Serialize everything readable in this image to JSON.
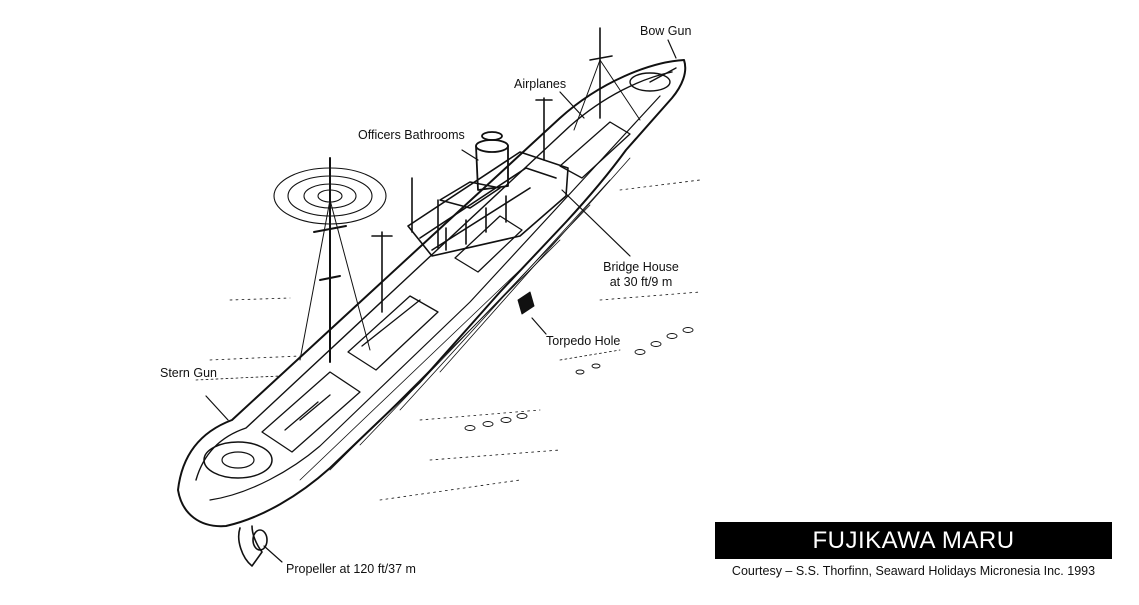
{
  "labels": {
    "bow_gun": "Bow Gun",
    "airplanes": "Airplanes",
    "officers_bathrooms": "Officers Bathrooms",
    "bridge_house_line1": "Bridge House",
    "bridge_house_line2": "at 30 ft/9 m",
    "torpedo_hole": "Torpedo Hole",
    "stern_gun": "Stern Gun",
    "propeller": "Propeller at 120 ft/37 m"
  },
  "title": "FUJIKAWA MARU",
  "credit": "Courtesy – S.S. Thorfinn, Seaward Holidays Micronesia Inc. 1993",
  "colors": {
    "ink": "#111111",
    "title_bg": "#000000",
    "title_fg": "#ffffff"
  }
}
